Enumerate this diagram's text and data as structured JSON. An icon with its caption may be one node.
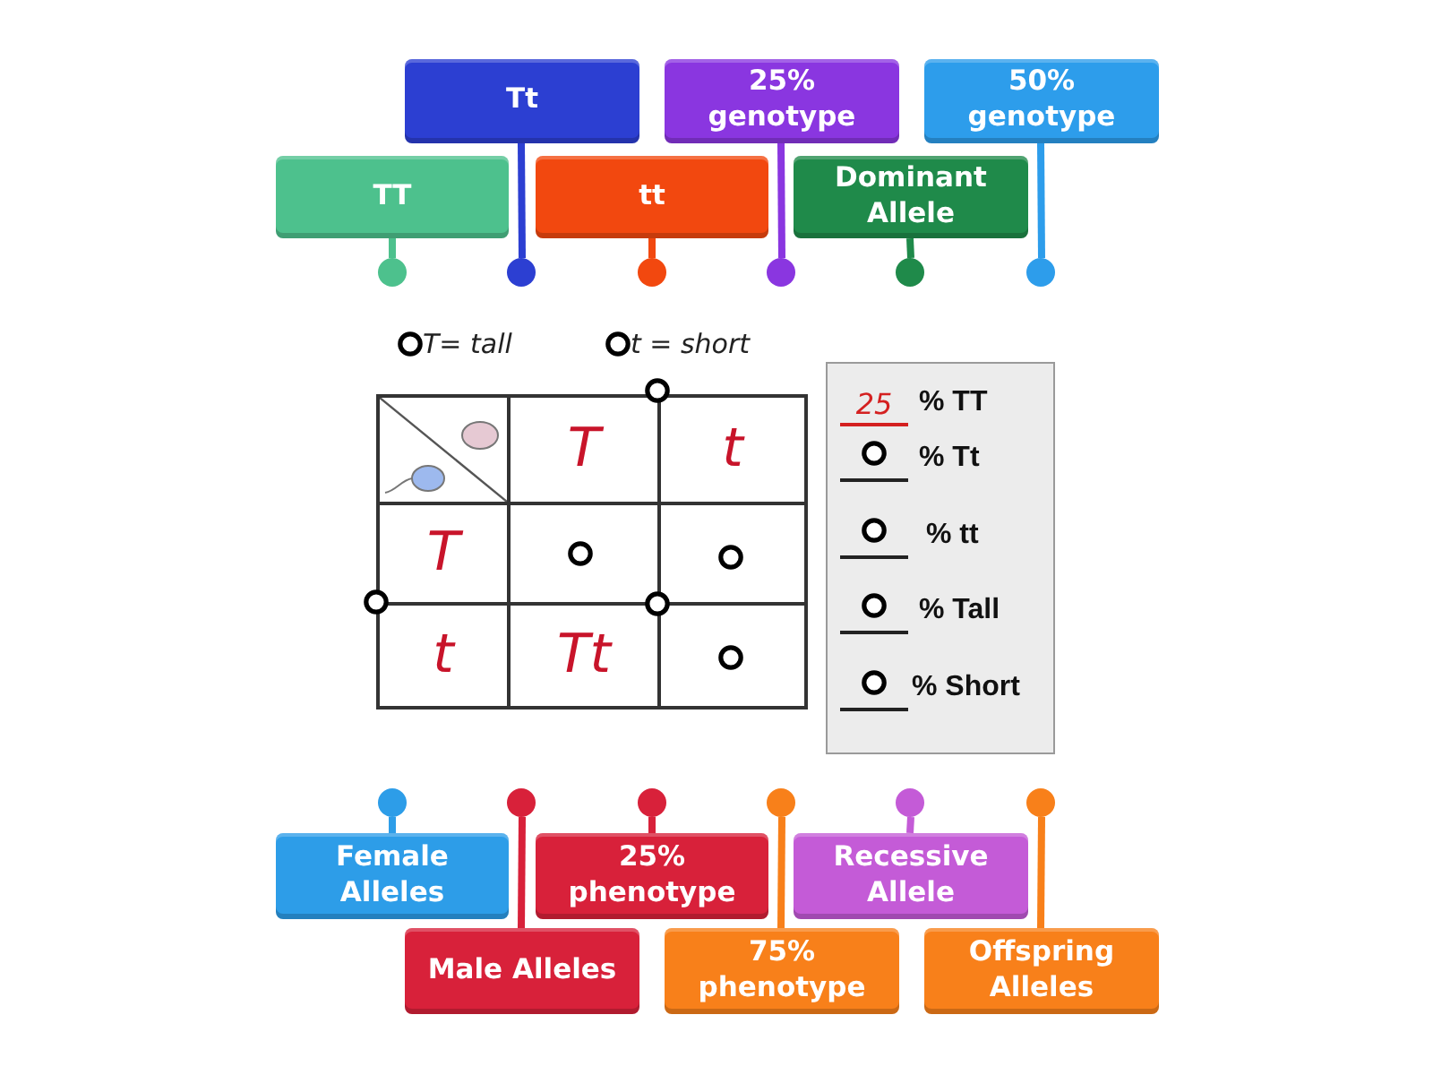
{
  "diagram": {
    "nodes": [
      {
        "text": [
          "Tt"
        ]
      },
      {
        "text": [
          "25% genotype"
        ]
      },
      {
        "text": [
          "50% genotype"
        ]
      },
      {
        "text": [
          "TT"
        ]
      },
      {
        "text": [
          "tt"
        ]
      },
      {
        "text": [
          "Dominant Allele"
        ]
      },
      {
        "text": [],
        "shape": "circle"
      },
      {
        "text": [],
        "shape": "circle"
      },
      {
        "text": [],
        "shape": "circle"
      },
      {
        "text": [],
        "shape": "circle"
      },
      {
        "text": [],
        "shape": "circle"
      },
      {
        "text": [],
        "shape": "circle"
      },
      {
        "text": [],
        "shape": "circle"
      },
      {
        "text": [],
        "shape": "circle"
      },
      {
        "text": [],
        "shape": "circle"
      },
      {
        "text": [],
        "shape": "circle"
      },
      {
        "text": [],
        "shape": "circle"
      },
      {
        "text": [],
        "shape": "circle"
      },
      {
        "text": [
          "Female Alleles"
        ]
      },
      {
        "text": [
          "25% phenotype"
        ]
      },
      {
        "text": [
          "Recessive Allele"
        ]
      },
      {
        "text": [
          "Male Alleles"
        ]
      },
      {
        "text": [
          "75% phenotype"
        ]
      },
      {
        "text": [
          "Offspring Alleles"
        ]
      }
    ],
    "edges": [
      {
        "from": 0,
        "to": 7,
        "arrow": "none",
        "color": "#2c3fd2"
      },
      {
        "from": 1,
        "to": 9,
        "arrow": "none",
        "color": "#8a36e0"
      },
      {
        "from": 2,
        "to": 11,
        "arrow": "none",
        "color": "#2d9deb"
      },
      {
        "from": 3,
        "to": 6,
        "arrow": "none",
        "color": "#4dc18d"
      },
      {
        "from": 4,
        "to": 8,
        "arrow": "none",
        "color": "#f2480f"
      },
      {
        "from": 5,
        "to": 10,
        "arrow": "none",
        "color": "#1f8a4a"
      },
      {
        "from": 18,
        "to": 12,
        "arrow": "none",
        "color": "#2d9de8"
      },
      {
        "from": 19,
        "to": 14,
        "arrow": "none",
        "color": "#d8213a"
      },
      {
        "from": 20,
        "to": 16,
        "arrow": "none",
        "color": "#c45bd7"
      },
      {
        "from": 21,
        "to": 13,
        "arrow": "none",
        "color": "#d8213a"
      },
      {
        "from": 22,
        "to": 15,
        "arrow": "none",
        "color": "#f8801a"
      },
      {
        "from": 23,
        "to": 17,
        "arrow": "none",
        "color": "#f8801a"
      }
    ],
    "labels": [
      "T= tall",
      "t = short",
      "T",
      "t",
      "T",
      "t",
      "Tt",
      "25",
      "% TT",
      "% Tt",
      "% tt",
      "% Tall",
      "% Short"
    ]
  }
}
